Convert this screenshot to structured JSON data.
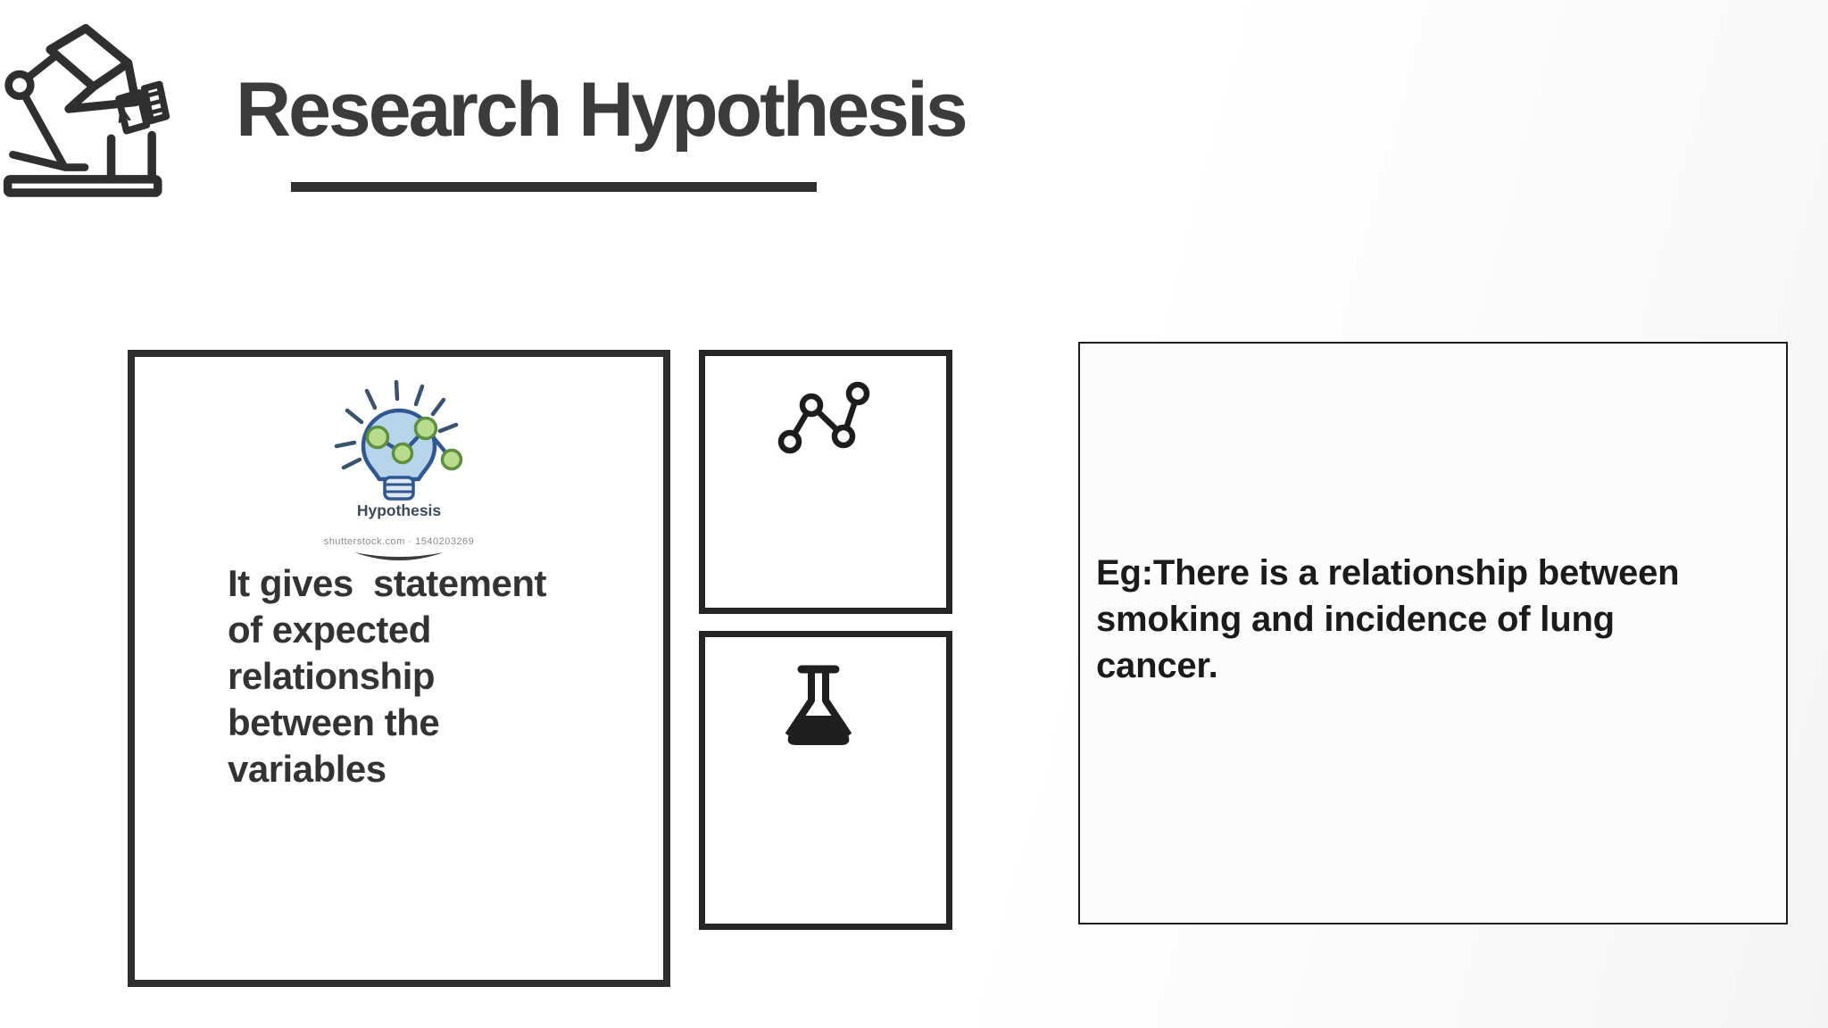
{
  "slide": {
    "header": {
      "title": "Research Hypothesis",
      "title_color": "#3b3b3b",
      "underline_color": "#2f2f2f",
      "lamp_ruler_letter": "A"
    },
    "definition_card": {
      "illustration": {
        "label": "Hypothesis",
        "watermark": "shutterstock.com · 1540203269",
        "bulb_fill": "#b7d4eb",
        "bulb_stroke": "#2f5893",
        "node_fill": "#b9db8e",
        "node_stroke": "#5d8f3e",
        "label_color": "#3d4a57"
      },
      "text": "It gives  statement of expected relationship between the variables",
      "lines": [
        "It gives  statement",
        "of expected",
        "relationship",
        "between the",
        "variables"
      ],
      "text_color": "#333333"
    },
    "icon_cards": [
      {
        "icon": "line-chart-nodes-icon",
        "color": "#1d1d1d"
      },
      {
        "icon": "flask-icon",
        "color": "#1f1f1f"
      }
    ],
    "example_card": {
      "text": "Eg:There is a relationship between smoking and incidence of lung cancer.",
      "lines": [
        "Eg:There is a relationship between",
        "smoking and incidence of lung",
        "cancer."
      ],
      "text_color": "#1b1b1b"
    }
  }
}
